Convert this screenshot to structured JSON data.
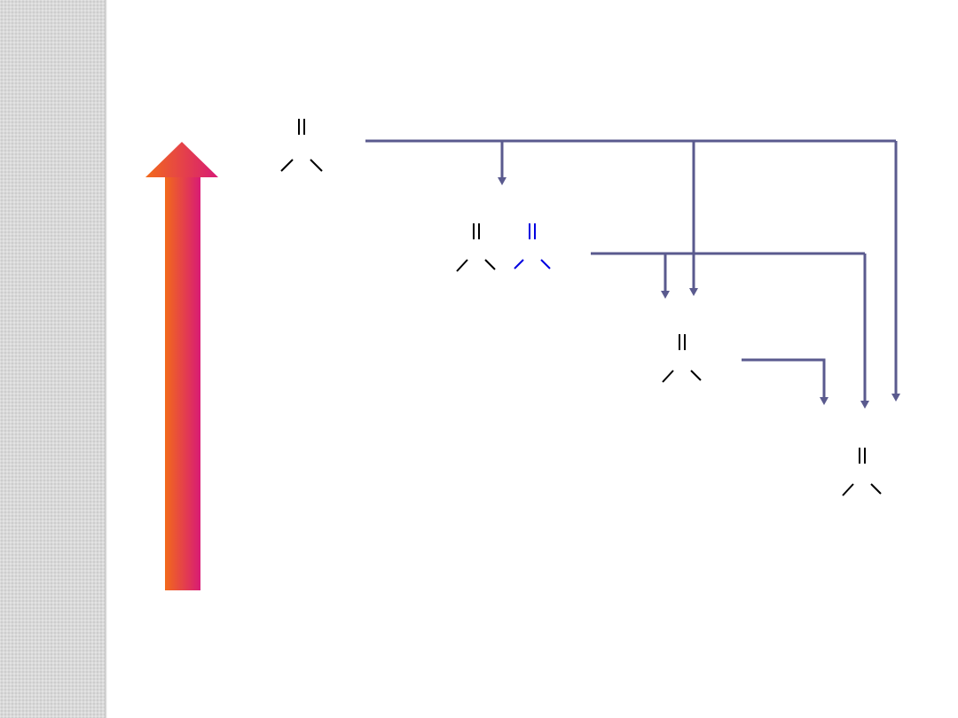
{
  "colors": {
    "connector": "#5a5a8e",
    "glyph_default": "#000000",
    "glyph_highlight": "#0000e0",
    "arrow_gradient_start": "#f26a1b",
    "arrow_gradient_end": "#d81b75",
    "side_strip": "#d9d9d9"
  },
  "glyphs": [
    {
      "id": "glyph-level-1",
      "color": "default"
    },
    {
      "id": "glyph-level-2a",
      "color": "default"
    },
    {
      "id": "glyph-level-2b",
      "color": "highlight"
    },
    {
      "id": "glyph-level-3",
      "color": "default"
    },
    {
      "id": "glyph-level-4",
      "color": "default"
    }
  ],
  "icons": {
    "vertical_arrow": "gradient-up-arrow-icon",
    "glyph": "branched-bond-icon"
  }
}
